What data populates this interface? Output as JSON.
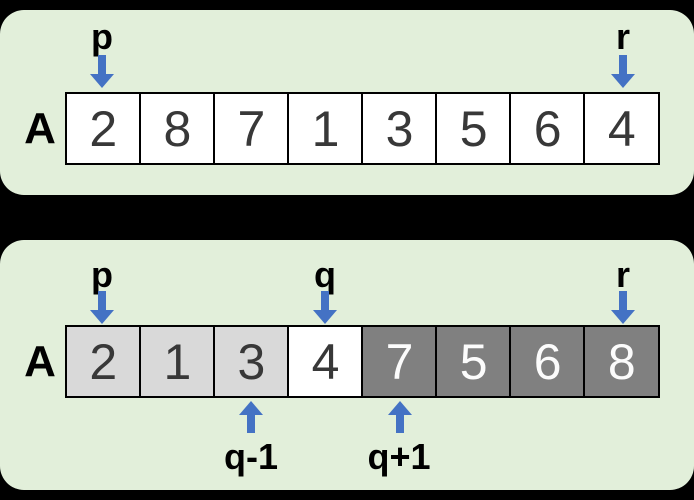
{
  "colors": {
    "background": "#000000",
    "panel": "#e2efda",
    "cell-white": "#ffffff",
    "cell-light": "#d9d9d9",
    "cell-dark": "#808080",
    "cell-border": "#000000",
    "number-dark": "#383838",
    "number-light": "#fcfcfc",
    "arrow": "#4472c4",
    "label": "#000000"
  },
  "diagram": {
    "topic": "quicksort-partition-before-and-after"
  },
  "panels": [
    {
      "name": "array-before-partition",
      "array_label": "A",
      "cells": [
        {
          "value": "2",
          "shade": "white"
        },
        {
          "value": "8",
          "shade": "white"
        },
        {
          "value": "7",
          "shade": "white"
        },
        {
          "value": "1",
          "shade": "white"
        },
        {
          "value": "3",
          "shade": "white"
        },
        {
          "value": "5",
          "shade": "white"
        },
        {
          "value": "6",
          "shade": "white"
        },
        {
          "value": "4",
          "shade": "white"
        }
      ],
      "pointers_top": [
        {
          "label": "p",
          "cell_index": 0
        },
        {
          "label": "r",
          "cell_index": 7
        }
      ]
    },
    {
      "name": "array-after-partition",
      "array_label": "A",
      "cells": [
        {
          "value": "2",
          "shade": "light"
        },
        {
          "value": "1",
          "shade": "light"
        },
        {
          "value": "3",
          "shade": "light"
        },
        {
          "value": "4",
          "shade": "white"
        },
        {
          "value": "7",
          "shade": "dark"
        },
        {
          "value": "5",
          "shade": "dark"
        },
        {
          "value": "6",
          "shade": "dark"
        },
        {
          "value": "8",
          "shade": "dark"
        }
      ],
      "pointers_top": [
        {
          "label": "p",
          "cell_index": 0
        },
        {
          "label": "q",
          "cell_index": 3
        },
        {
          "label": "r",
          "cell_index": 7
        }
      ],
      "pointers_bottom": [
        {
          "label": "q-1",
          "cell_index": 2
        },
        {
          "label": "q+1",
          "cell_index": 4
        }
      ]
    }
  ]
}
